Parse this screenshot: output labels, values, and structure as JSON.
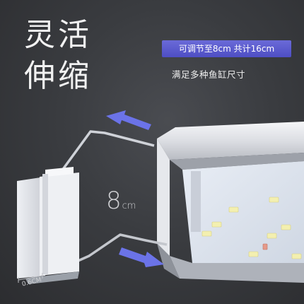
{
  "headline": {
    "line1": "灵活",
    "line2": "伸缩"
  },
  "tag": {
    "text": "可调节至8cm  共计16cm"
  },
  "subtitle": "满足多种鱼缸尺寸",
  "dimension": {
    "value": "8",
    "unit": "cm"
  },
  "thickness": "0.6CM",
  "colors": {
    "accent": "#5a5ad0",
    "arrow": "#6b73e8",
    "led": "#f3efb0",
    "pcb": "#dfe6f0"
  }
}
